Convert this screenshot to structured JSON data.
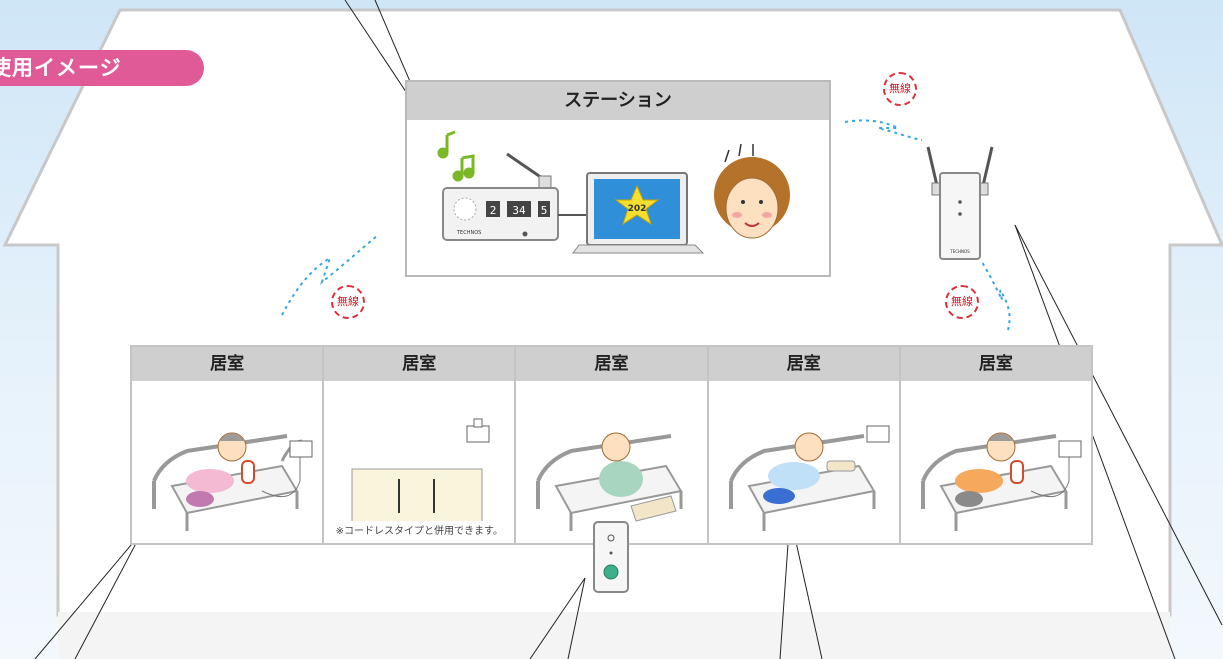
{
  "badge": {
    "label": "使用イメージ"
  },
  "station": {
    "title": "ステーション",
    "clock_digits": [
      "2",
      "34",
      "5"
    ],
    "monitor_number": "202",
    "device_brand": "TECHNOS"
  },
  "wireless_label": "無線",
  "rooms": [
    {
      "title": "居室",
      "note": ""
    },
    {
      "title": "居室",
      "note": "※コードレスタイプと併用できます。"
    },
    {
      "title": "居室",
      "note": ""
    },
    {
      "title": "居室",
      "note": ""
    },
    {
      "title": "居室",
      "note": ""
    }
  ],
  "colors": {
    "badge": "#e05a98",
    "panel_header": "#cfcfcf",
    "signal": "#35a8e0",
    "wireless_ring": "#e0303a",
    "monitor": "#2f8fd8",
    "star": "#f5e032"
  }
}
